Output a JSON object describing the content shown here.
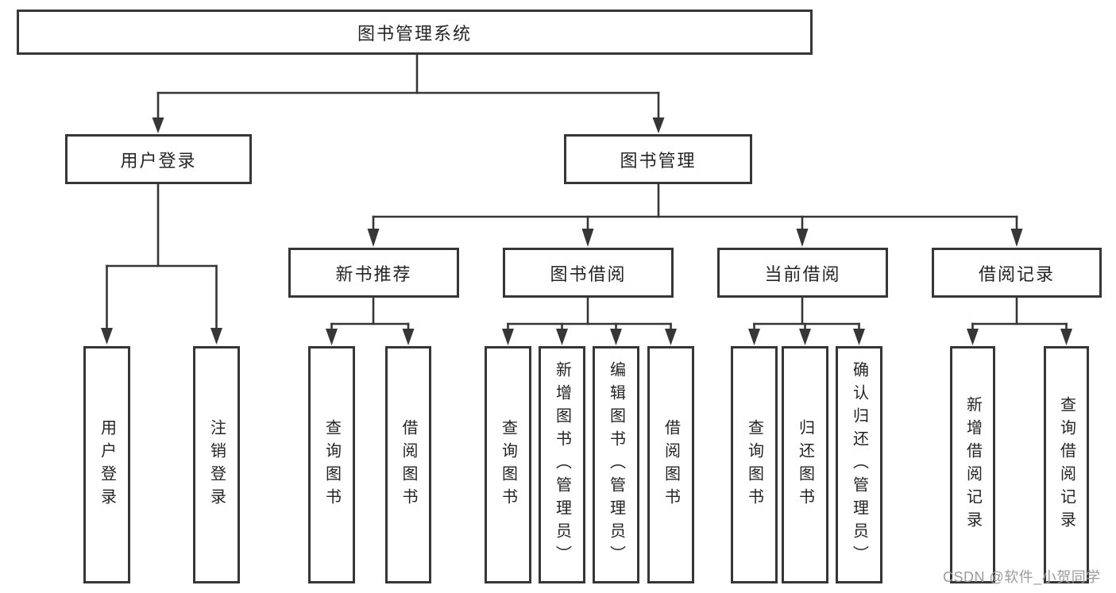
{
  "diagram": {
    "root": {
      "label": "图书管理系统"
    },
    "branches": {
      "userLogin": {
        "label": "用户登录",
        "leaves": {
          "login": "用户登录",
          "logout": "注销登录"
        }
      },
      "bookMgmt": {
        "label": "图书管理",
        "groups": {
          "newBookRec": {
            "label": "新书推荐",
            "leaves": {
              "queryBook": "查询图书",
              "borrowBook": "借阅图书"
            }
          },
          "bookBorrow": {
            "label": "图书借阅",
            "leaves": {
              "queryBook": "查询图书",
              "addBook": "新增图书（管理员）",
              "editBook": "编辑图书（管理员）",
              "borrowBook": "借阅图书"
            }
          },
          "currentBorrow": {
            "label": "当前借阅",
            "leaves": {
              "queryBook": "查询图书",
              "returnBook": "归还图书",
              "confirmReturn": "确认归还（管理员）"
            }
          },
          "borrowRecord": {
            "label": "借阅记录",
            "leaves": {
              "addRecord": "新增借阅记录",
              "queryRecord": "查询借阅记录"
            }
          }
        }
      }
    }
  },
  "watermark": {
    "text": "CSDN @软件_小贺同学"
  },
  "colors": {
    "line": "#363636",
    "box_border": "#363636",
    "text": "#242424",
    "watermark": "#9b9b9b",
    "background": "#ffffff"
  }
}
